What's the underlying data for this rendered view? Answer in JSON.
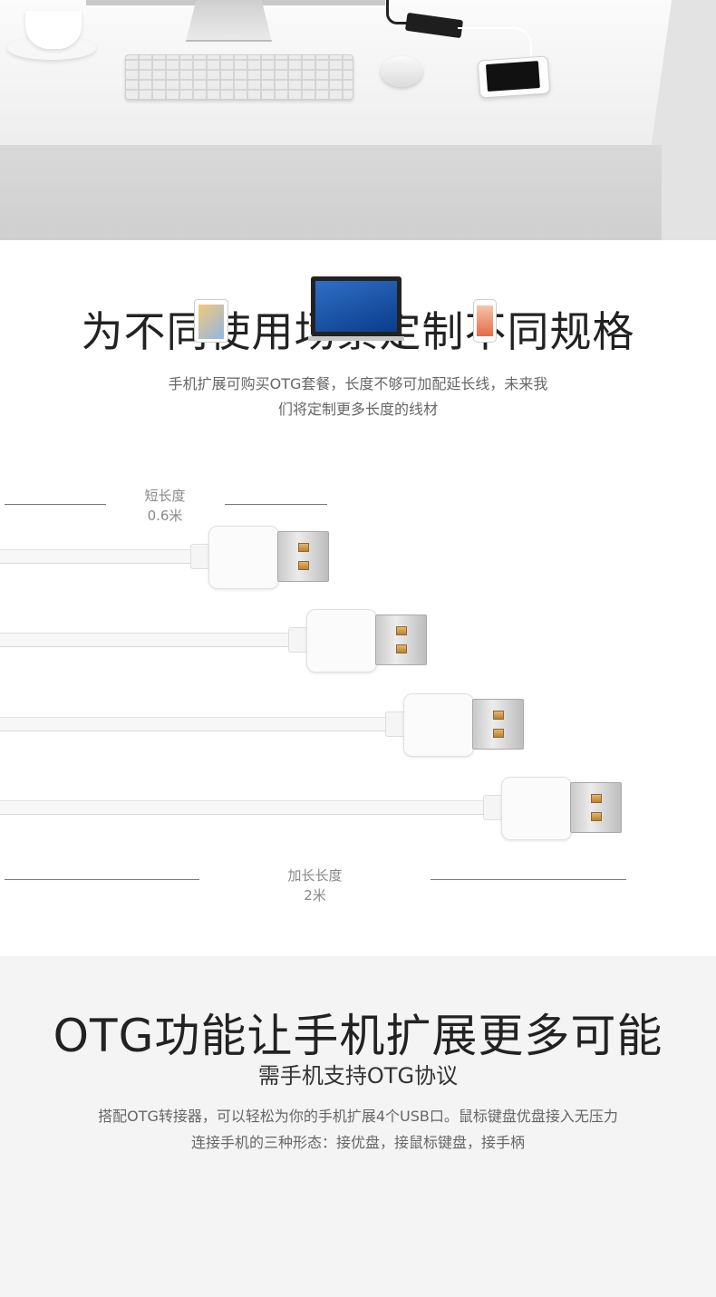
{
  "hero": {
    "icons": [
      "coffee-cup-icon",
      "keyboard-icon",
      "mouse-icon",
      "usb-hub-icon",
      "smartphone-icon"
    ]
  },
  "section1": {
    "title": "为不同使用场景定制不同规格",
    "desc_line1": "手机扩展可购买OTG套餐，长度不够可加配延长线，未来我",
    "desc_line2": "们将定制更多长度的线材",
    "short_label": "短长度",
    "short_value": "0.6米",
    "long_label": "加长长度",
    "long_value": "2米"
  },
  "section2": {
    "title": "OTG功能让手机扩展更多可能",
    "subtitle": "需手机支持OTG协议",
    "desc_line1": "搭配OTG转接器，可以轻松为你的手机扩展4个USB口。鼠标键盘优盘接入无压力",
    "desc_line2": "连接手机的三种形态：接优盘，接鼠标键盘，接手柄",
    "devices": [
      "tablet-icon",
      "monitor-icon",
      "smartphone-icon"
    ]
  },
  "colors": {
    "background": "#ffffff",
    "section2_bg": "#f4f4f4",
    "title_text": "#222222",
    "body_text": "#666666",
    "usb_pin_gold": "#c8914a"
  }
}
